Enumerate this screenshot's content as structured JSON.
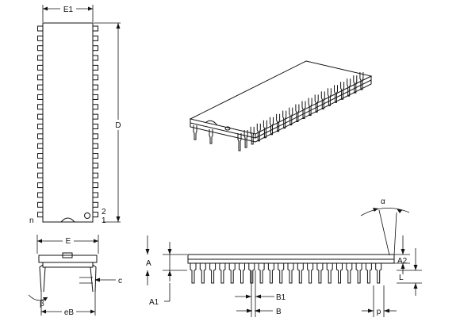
{
  "labels": {
    "E1": "E1",
    "D": "D",
    "n": "n",
    "pin2": "2",
    "pin1": "1",
    "E": "E",
    "c": "c",
    "beta": "β",
    "eB": "eB",
    "alpha": "α",
    "A": "A",
    "A2": "A2",
    "L": "L",
    "A1": "A1",
    "B1": "B1",
    "B": "B",
    "p": "p"
  }
}
